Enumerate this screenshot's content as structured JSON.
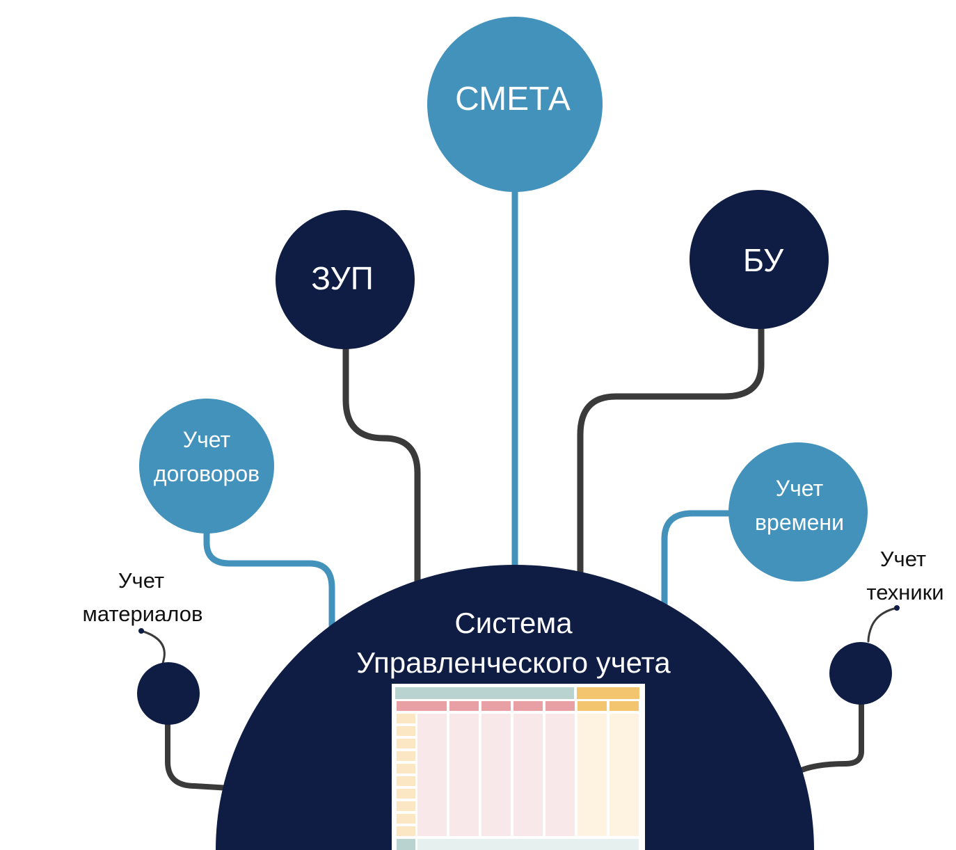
{
  "colors": {
    "dark_navy": "#0f1d45",
    "blue": "#4392bc",
    "connector_dark": "#3a3a3a",
    "connector_blue": "#4392bc",
    "table_header_teal": "#b9d4d0",
    "table_header_orange": "#f3c56f",
    "table_row_pink": "#e8a0a4",
    "table_body_pink": "#f8e8ea",
    "table_body_cream": "#fdf3e0",
    "table_side_cream": "#fbe7c4",
    "table_footer_teal": "#e6f0ef"
  },
  "nodes": {
    "smeta": {
      "label": "СМЕТА"
    },
    "zup": {
      "label": "ЗУП"
    },
    "bu": {
      "label": "БУ"
    },
    "contracts": {
      "line1": "Учет",
      "line2": "договоров"
    },
    "time": {
      "line1": "Учет",
      "line2": "времени"
    },
    "materials": {
      "line1": "Учет",
      "line2": "материалов"
    },
    "equipment": {
      "line1": "Учет",
      "line2": "техники"
    }
  },
  "center": {
    "line1": "Система",
    "line2": "Управленческого учета"
  }
}
